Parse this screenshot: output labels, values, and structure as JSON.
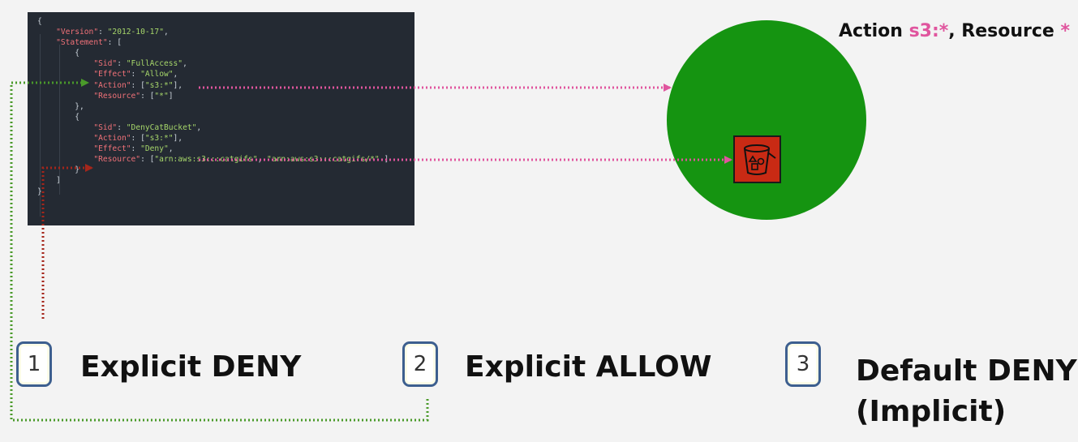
{
  "policy_code": {
    "lines": [
      [
        [
          "p",
          "{"
        ]
      ],
      [
        [
          "p",
          "    "
        ],
        [
          "k",
          "\"Version\""
        ],
        [
          "p",
          ": "
        ],
        [
          "s",
          "\"2012-10-17\""
        ],
        [
          "p",
          ","
        ]
      ],
      [
        [
          "p",
          "    "
        ],
        [
          "k",
          "\"Statement\""
        ],
        [
          "p",
          ": ["
        ]
      ],
      [
        [
          "p",
          "        {"
        ]
      ],
      [
        [
          "p",
          "            "
        ],
        [
          "k",
          "\"Sid\""
        ],
        [
          "p",
          ": "
        ],
        [
          "s",
          "\"FullAccess\""
        ],
        [
          "p",
          ","
        ]
      ],
      [
        [
          "p",
          "            "
        ],
        [
          "k",
          "\"Effect\""
        ],
        [
          "p",
          ": "
        ],
        [
          "s",
          "\"Allow\""
        ],
        [
          "p",
          ","
        ]
      ],
      [
        [
          "p",
          "            "
        ],
        [
          "k",
          "\"Action\""
        ],
        [
          "p",
          ": ["
        ],
        [
          "s",
          "\"s3:*\""
        ],
        [
          "p",
          "],"
        ]
      ],
      [
        [
          "p",
          "            "
        ],
        [
          "k",
          "\"Resource\""
        ],
        [
          "p",
          ": ["
        ],
        [
          "s",
          "\"*\""
        ],
        [
          "p",
          "]"
        ]
      ],
      [
        [
          "p",
          "        },"
        ]
      ],
      [
        [
          "p",
          "        {"
        ]
      ],
      [
        [
          "p",
          "            "
        ],
        [
          "k",
          "\"Sid\""
        ],
        [
          "p",
          ": "
        ],
        [
          "s",
          "\"DenyCatBucket\""
        ],
        [
          "p",
          ","
        ]
      ],
      [
        [
          "p",
          "            "
        ],
        [
          "k",
          "\"Action\""
        ],
        [
          "p",
          ": ["
        ],
        [
          "s",
          "\"s3:*\""
        ],
        [
          "p",
          "],"
        ]
      ],
      [
        [
          "p",
          "            "
        ],
        [
          "k",
          "\"Effect\""
        ],
        [
          "p",
          ": "
        ],
        [
          "s",
          "\"Deny\""
        ],
        [
          "p",
          ","
        ]
      ],
      [
        [
          "p",
          "            "
        ],
        [
          "k",
          "\"Resource\""
        ],
        [
          "p",
          ": ["
        ],
        [
          "s",
          "\"arn:aws:s3:::catgifs\""
        ],
        [
          "p",
          ", "
        ],
        [
          "s",
          "\"arn:aws:s3:::catgifs/*\""
        ],
        [
          "p",
          " ]"
        ]
      ],
      [
        [
          "p",
          "        }"
        ]
      ],
      [
        [
          "p",
          "    ]"
        ]
      ],
      [
        [
          "p",
          "}"
        ]
      ]
    ]
  },
  "scope_label": {
    "prefix": "Action ",
    "action": "s3:*",
    "middle": ", Resource ",
    "resource": "*"
  },
  "steps": [
    {
      "number": "1",
      "label": "Explicit DENY"
    },
    {
      "number": "2",
      "label": "Explicit ALLOW"
    },
    {
      "number": "3",
      "label": "Default DENY\n(Implicit)"
    }
  ],
  "icons": {
    "bucket": "s3-bucket-icon"
  },
  "colors": {
    "allow_green": "#159411",
    "deny_red": "#c92a14",
    "pink_arrow": "#e0559e",
    "green_connector": "#4a9a2a",
    "red_connector": "#a5261b",
    "badge_border": "#3d5f8f"
  }
}
